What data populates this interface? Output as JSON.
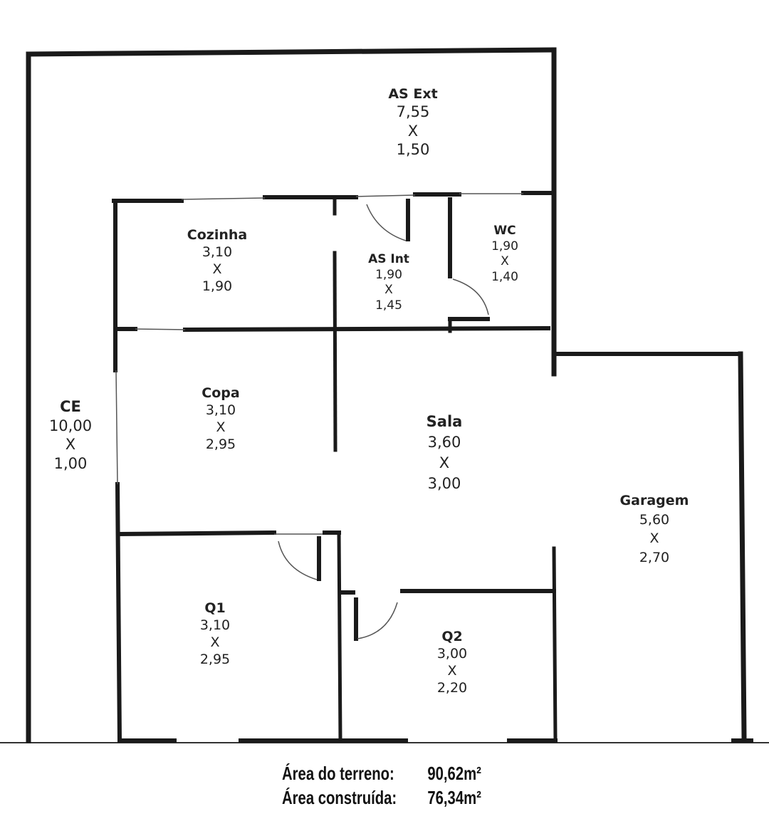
{
  "rooms": {
    "as_ext": {
      "name": "AS Ext",
      "w": "7,55",
      "x": "X",
      "h": "1,50"
    },
    "cozinha": {
      "name": "Cozinha",
      "w": "3,10",
      "x": "X",
      "h": "1,90"
    },
    "as_int": {
      "name": "AS Int",
      "w": "1,90",
      "x": "X",
      "h": "1,45"
    },
    "wc": {
      "name": "WC",
      "w": "1,90",
      "x": "X",
      "h": "1,40"
    },
    "ce": {
      "name": "CE",
      "w": "10,00",
      "x": "X",
      "h": "1,00"
    },
    "copa": {
      "name": "Copa",
      "w": "3,10",
      "x": "X",
      "h": "2,95"
    },
    "sala": {
      "name": "Sala",
      "w": "3,60",
      "x": "X",
      "h": "3,00"
    },
    "garagem": {
      "name": "Garagem",
      "w": "5,60",
      "x": "X",
      "h": "2,70"
    },
    "q1": {
      "name": "Q1",
      "w": "3,10",
      "x": "X",
      "h": "2,95"
    },
    "q2": {
      "name": "Q2",
      "w": "3,00",
      "x": "X",
      "h": "2,20"
    }
  },
  "areas": {
    "terreno": {
      "label": "Área do terreno:",
      "value": "90,62m²"
    },
    "construida": {
      "label": "Área construída:",
      "value": "76,34m²"
    }
  }
}
